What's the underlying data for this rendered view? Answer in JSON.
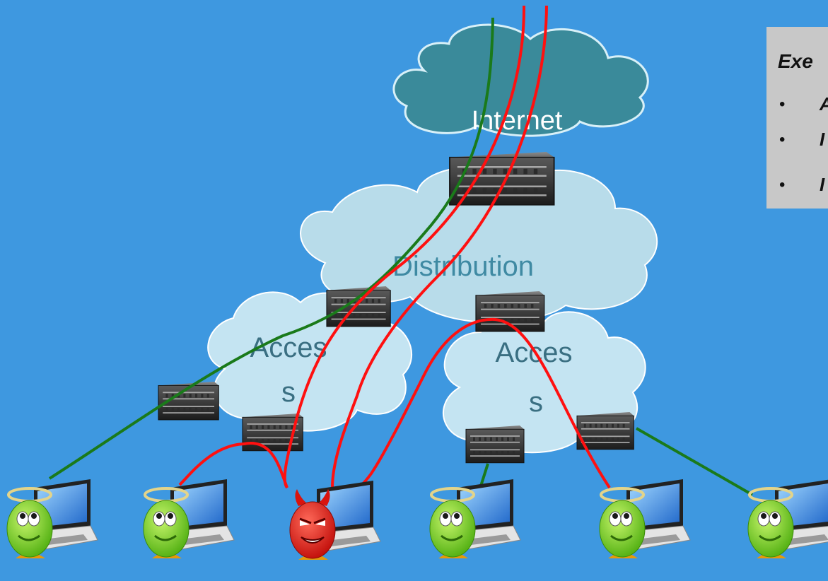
{
  "clouds": {
    "internet": "Internet",
    "distribution": "Distribution",
    "access_left": [
      "Acces",
      "s"
    ],
    "access_right": [
      "Acces",
      "s"
    ]
  },
  "callout": {
    "title": "Exe",
    "bullets": [
      "•",
      "•",
      "•"
    ],
    "bullet_texts": [
      "A",
      "I",
      "I"
    ]
  },
  "hosts": [
    {
      "type": "angel",
      "icon": "angel-smiley-laptop-icon"
    },
    {
      "type": "angel",
      "icon": "angel-smiley-laptop-icon"
    },
    {
      "type": "devil",
      "icon": "devil-smiley-laptop-icon"
    },
    {
      "type": "angel",
      "icon": "angel-smiley-laptop-icon"
    },
    {
      "type": "angel",
      "icon": "angel-smiley-laptop-icon"
    },
    {
      "type": "angel",
      "icon": "angel-smiley-laptop-icon"
    }
  ],
  "colors": {
    "background": "#3e98e0",
    "internet_cloud": "#3a8a9a",
    "distribution_cloud": "#b8dcea",
    "access_cloud": "#c4e4f2",
    "benign_path": "#1a7a1a",
    "malicious_path": "#ff1010",
    "angel_face": "#7ed321",
    "devil_face": "#e8201a"
  }
}
